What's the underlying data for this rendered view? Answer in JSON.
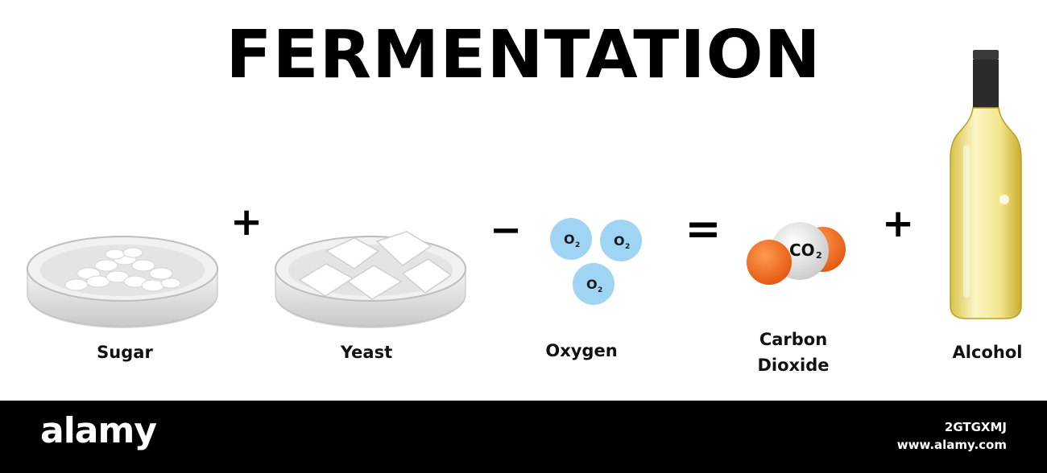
{
  "title": "FERMENTATION",
  "items": [
    {
      "label": "Sugar"
    },
    {
      "label": "Yeast"
    },
    {
      "label": "Oxygen",
      "molecule": "O2"
    },
    {
      "label_line1": "Carbon",
      "label_line2": "Dioxide",
      "molecule": "CO2"
    },
    {
      "label": "Alcohol"
    }
  ],
  "operators": [
    "+",
    "−",
    "=",
    "+"
  ],
  "footer": {
    "brand": "alamy",
    "image_id": "2GTGXMJ",
    "url": "www.alamy.com"
  },
  "colors": {
    "oxygen": "#9fd4f5",
    "carbon": "#f26522",
    "wine": "#f2ea9a",
    "cap": "#2b2b2b"
  }
}
